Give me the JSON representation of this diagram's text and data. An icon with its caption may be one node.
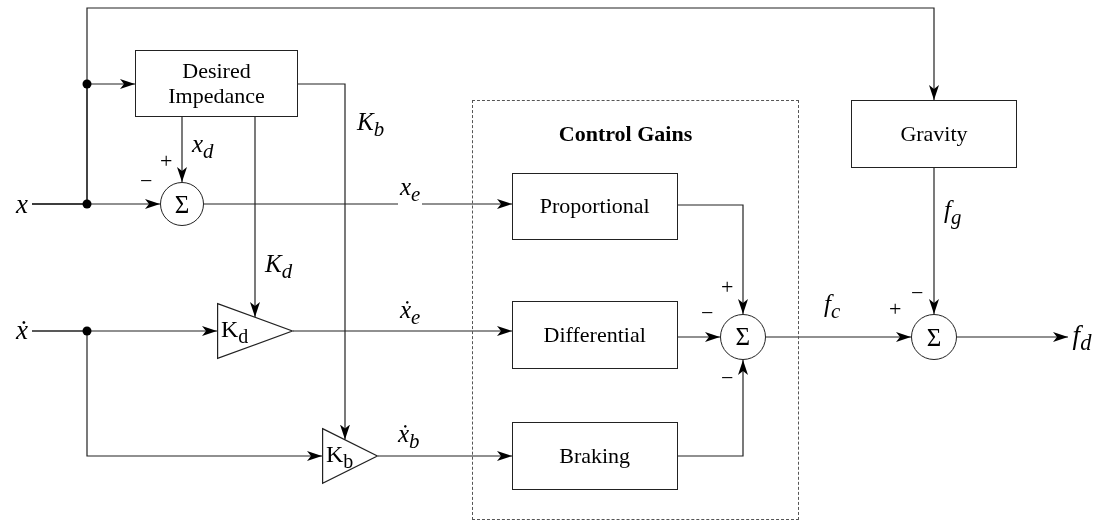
{
  "diagram": {
    "nodes": [
      {
        "text": [
          "Desired Impedance"
        ]
      },
      {
        "text": [
          "Control Gains"
        ]
      },
      {
        "text": [
          "Gravity"
        ]
      },
      {
        "text": [
          "x"
        ]
      },
      {
        "text": [
          "Σ"
        ]
      },
      {
        "text": [
          "Proportional"
        ],
        "in": 1
      },
      {
        "text": [
          "ẋ"
        ]
      },
      {
        "text": [
          "K$_{d}$"
        ]
      },
      {
        "text": [
          "Differential"
        ],
        "in": 1
      },
      {
        "text": [
          "Σ"
        ],
        "in": 1
      },
      {
        "text": [
          "Σ"
        ]
      },
      {
        "text": [
          "f$_{d}$"
        ]
      },
      {
        "text": [
          "K$_{b}$"
        ]
      },
      {
        "text": [
          "Braking"
        ],
        "in": 1
      }
    ],
    "edges": [
      {
        "from": 3,
        "to": 4,
        "arrow": "to"
      },
      {
        "from": 3,
        "to": 0,
        "arrow": "to"
      },
      {
        "from": 3,
        "to": 2,
        "arrow": "to"
      },
      {
        "from": 0,
        "to": 4,
        "arrow": "to",
        "label": "x$_{d}$"
      },
      {
        "from": 0,
        "to": 7,
        "arrow": "to",
        "label": "K$_{d}$"
      },
      {
        "from": 0,
        "to": 12,
        "arrow": "to",
        "label": "K$_{b}$"
      },
      {
        "from": 4,
        "to": 5,
        "arrow": "to",
        "label": "x$_{e}$"
      },
      {
        "from": 6,
        "to": 7,
        "arrow": "to"
      },
      {
        "from": 6,
        "to": 12,
        "arrow": "to"
      },
      {
        "from": 7,
        "to": 8,
        "arrow": "to",
        "label": "ẋ$_{e}$"
      },
      {
        "from": 12,
        "to": 13,
        "arrow": "to",
        "label": "ẋ$_{b}$"
      },
      {
        "from": 5,
        "to": 9,
        "arrow": "to"
      },
      {
        "from": 8,
        "to": 9,
        "arrow": "to"
      },
      {
        "from": 13,
        "to": 9,
        "arrow": "to"
      },
      {
        "from": 9,
        "to": 10,
        "arrow": "to",
        "label": "f$_{c}$"
      },
      {
        "from": 2,
        "to": 10,
        "arrow": "to",
        "label": "f$_{g}$"
      },
      {
        "from": 10,
        "to": 11,
        "arrow": "to"
      }
    ],
    "labels": [
      "+",
      "−",
      "+",
      "−",
      "+",
      "−",
      "−"
    ]
  }
}
